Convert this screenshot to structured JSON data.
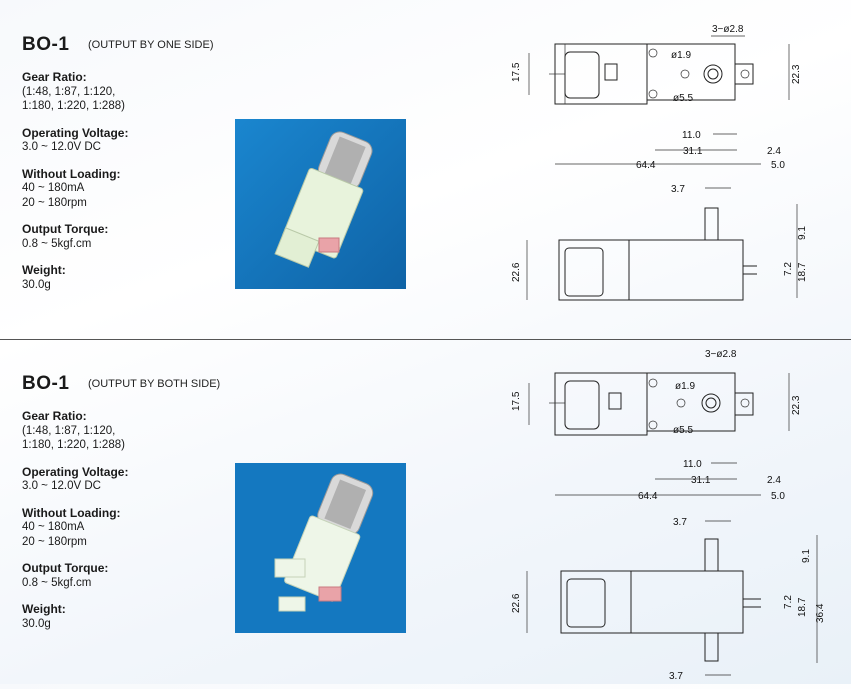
{
  "sections": [
    {
      "model": "BO-1",
      "subtitle": "(OUTPUT BY ONE SIDE)",
      "specs": [
        {
          "label": "Gear Ratio:",
          "value": "(1:48, 1:87, 1:120,\n1:180, 1:220, 1:288)"
        },
        {
          "label": "Operating Voltage:",
          "value": "3.0 ~ 12.0V DC"
        },
        {
          "label": "Without Loading:",
          "value": "40 ~ 180mA\n20 ~ 180rpm"
        },
        {
          "label": "Output Torque:",
          "value": "0.8 ~ 5kgf.cm"
        },
        {
          "label": "Weight:",
          "value": "30.0g"
        }
      ],
      "dims": {
        "holes": "3−ø2.8",
        "d1": "ø1.9",
        "d2": "ø5.5",
        "h175": "17.5",
        "h223": "22.3",
        "w110": "11.0",
        "w311": "31.1",
        "w24": "2.4",
        "w644": "64.4",
        "w50": "5.0",
        "s37": "3.7",
        "h226": "22.6",
        "s91": "9.1",
        "s72": "7.2",
        "s187": "18.7"
      }
    },
    {
      "model": "BO-1",
      "subtitle": "(OUTPUT BY BOTH SIDE)",
      "specs": [
        {
          "label": "Gear Ratio:",
          "value": "(1:48, 1:87, 1:120,\n1:180, 1:220, 1:288)"
        },
        {
          "label": "Operating Voltage:",
          "value": "3.0 ~ 12.0V DC"
        },
        {
          "label": "Without Loading:",
          "value": "40 ~ 180mA\n20 ~ 180rpm"
        },
        {
          "label": "Output Torque:",
          "value": "0.8 ~ 5kgf.cm"
        },
        {
          "label": "Weight:",
          "value": "30.0g"
        }
      ],
      "dims": {
        "holes": "3−ø2.8",
        "d1": "ø1.9",
        "d2": "ø5.5",
        "h175": "17.5",
        "h223": "22.3",
        "w110": "11.0",
        "w311": "31.1",
        "w24": "2.4",
        "w644": "64.4",
        "w50": "5.0",
        "s37": "3.7",
        "h226": "22.6",
        "s91": "9.1",
        "s72": "7.2",
        "s187": "18.7",
        "s364": "36.4",
        "s37b": "3.7"
      }
    }
  ],
  "colors": {
    "photo_bg": "#1478c0",
    "gear_body": "#e8f3dc",
    "shaft": "#e9a3a8",
    "motor": "#c9c9c9"
  }
}
